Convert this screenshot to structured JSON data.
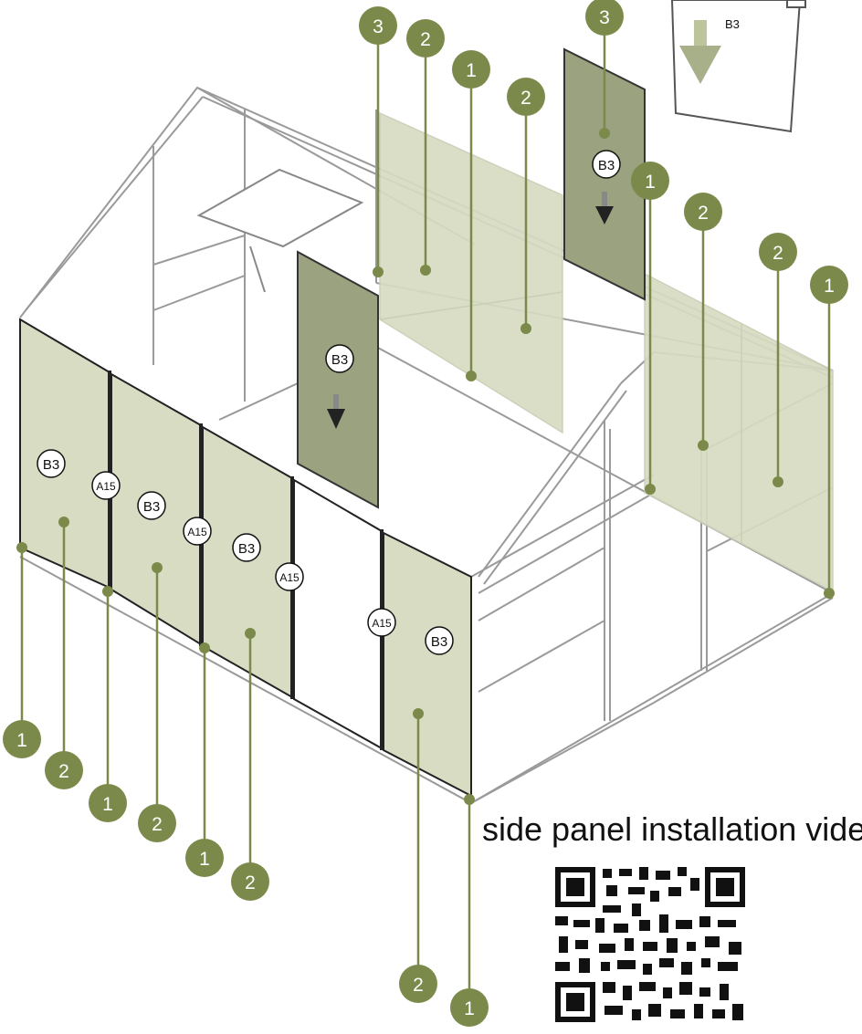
{
  "colors": {
    "marker": "#7b8a4a",
    "panel_light": "#d7dcc3",
    "panel_dark": "#9aa27f",
    "frame": "#9a9a9a",
    "outline": "#222222"
  },
  "labels": {
    "num1": "1",
    "num2": "2",
    "num3": "3",
    "b3": "B3",
    "a15": "A15"
  },
  "caption": "side panel installation video",
  "icons": [
    "down-arrow-icon",
    "qr-code-icon"
  ]
}
